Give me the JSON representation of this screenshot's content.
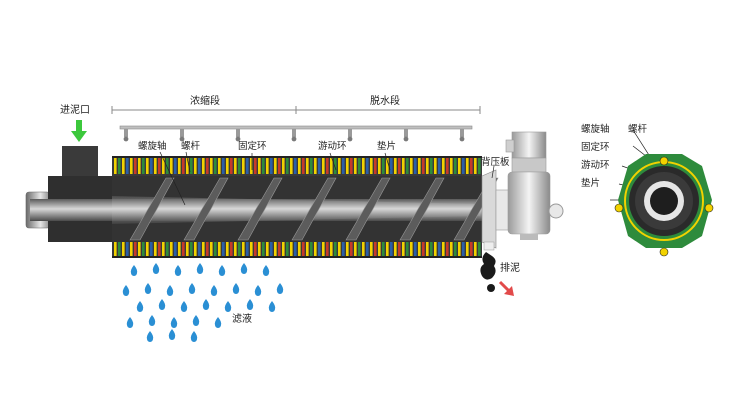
{
  "labels": {
    "inlet": "进泥口",
    "section_thicken": "浓缩段",
    "section_dewater": "脱水段",
    "screw_shaft": "螺旋轴",
    "screw_rod": "螺杆",
    "fixed_ring": "固定环",
    "moving_ring": "游动环",
    "spacer": "垫片",
    "back_plate": "背压板",
    "sludge_out": "排泥",
    "filtrate": "滤液"
  },
  "cross_section_labels": {
    "screw_shaft": "螺旋轴",
    "screw_rod": "螺杆",
    "fixed_ring": "固定环",
    "moving_ring": "游动环",
    "spacer": "垫片"
  },
  "colors": {
    "body_dark": "#3a3a3a",
    "ring_yellow": "#f2d200",
    "ring_green": "#2e8b3c",
    "ring_blue": "#2b5fa8",
    "ring_red": "#c63a2a",
    "filtrate_drop": "#2a8fd4",
    "inlet_arrow": "#3cc83c",
    "sludge_arrow": "#e24a4a"
  }
}
